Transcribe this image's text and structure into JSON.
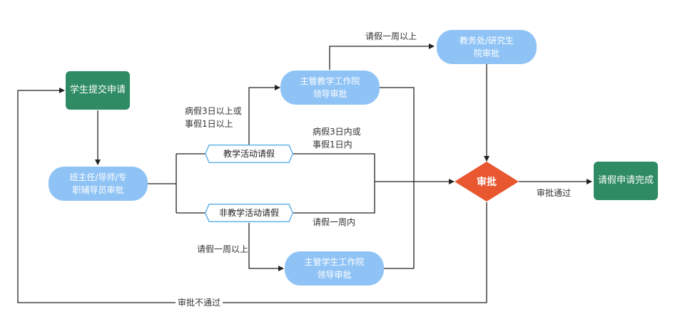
{
  "nodes": {
    "submit": "学生提交申请",
    "advisor_line1": "班主任/导师/专",
    "advisor_line2": "职辅导员审批",
    "teaching_leave": "教学活动请假",
    "nonteaching_leave": "非教学活动请假",
    "teaching_dean_line1": "主管教学工作院",
    "teaching_dean_line2": "领导审批",
    "student_dean_line1": "主管学生工作院",
    "student_dean_line2": "领导审批",
    "office_line1": "教务处/研究生",
    "office_line2": "院审批",
    "approve": "审批",
    "done": "请假申请完成"
  },
  "edge_labels": {
    "over_week_top": "请假一周以上",
    "sick3_or1_line1": "病假3日以上或",
    "sick3_or1_line2": "事假1日以上",
    "sick3_within_line1": "病假3日内或",
    "sick3_within_line2": "事假1日内",
    "within_week": "请假一周内",
    "over_week_bottom": "请假一周以上",
    "approved": "审批通过",
    "rejected": "审批不通过"
  },
  "colors": {
    "green": "#2e8b63",
    "blue": "#8fc3f5",
    "diamond": "#e8572f",
    "hex_border": "#5aaee8",
    "line": "#222222"
  }
}
